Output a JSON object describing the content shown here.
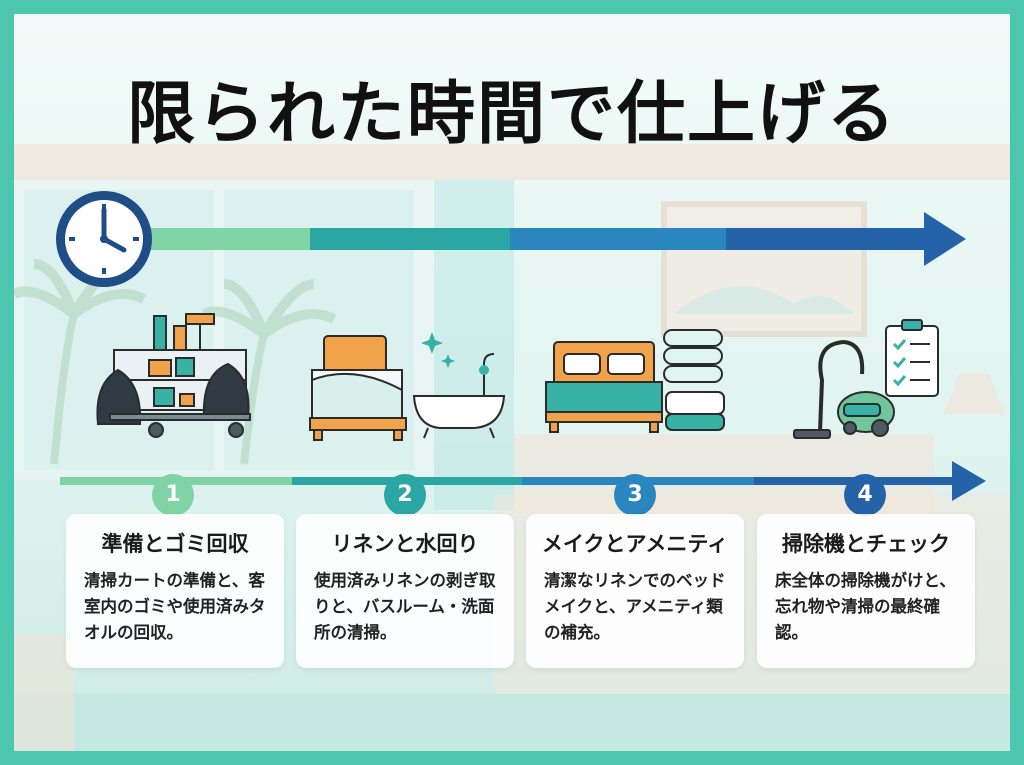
{
  "title": "限られた時間で仕上げる",
  "colors": {
    "step1": "#7fd3a4",
    "step2": "#2aa7a5",
    "step3": "#2a86bf",
    "step4": "#2463a8",
    "frame": "#4cc7ae"
  },
  "steps": [
    {
      "number": "1",
      "heading": "準備とゴミ回収",
      "body": "清掃カートの準備と、客室内のゴミや使用済みタオルの回収。",
      "icon": "cleaning-cart-icon"
    },
    {
      "number": "2",
      "heading": "リネンと水回り",
      "body": "使用済みリネンの剥ぎ取りと、バスルーム・洗面所の清掃。",
      "icon": "bed-bathtub-icon"
    },
    {
      "number": "3",
      "heading": "メイクとアメニティ",
      "body": "清潔なリネンでのベッドメイクと、アメニティ類の補充。",
      "icon": "bed-towels-icon"
    },
    {
      "number": "4",
      "heading": "掃除機とチェック",
      "body": "床全体の掃除機がけと、忘れ物や清掃の最終確認。",
      "icon": "vacuum-checklist-icon"
    }
  ]
}
